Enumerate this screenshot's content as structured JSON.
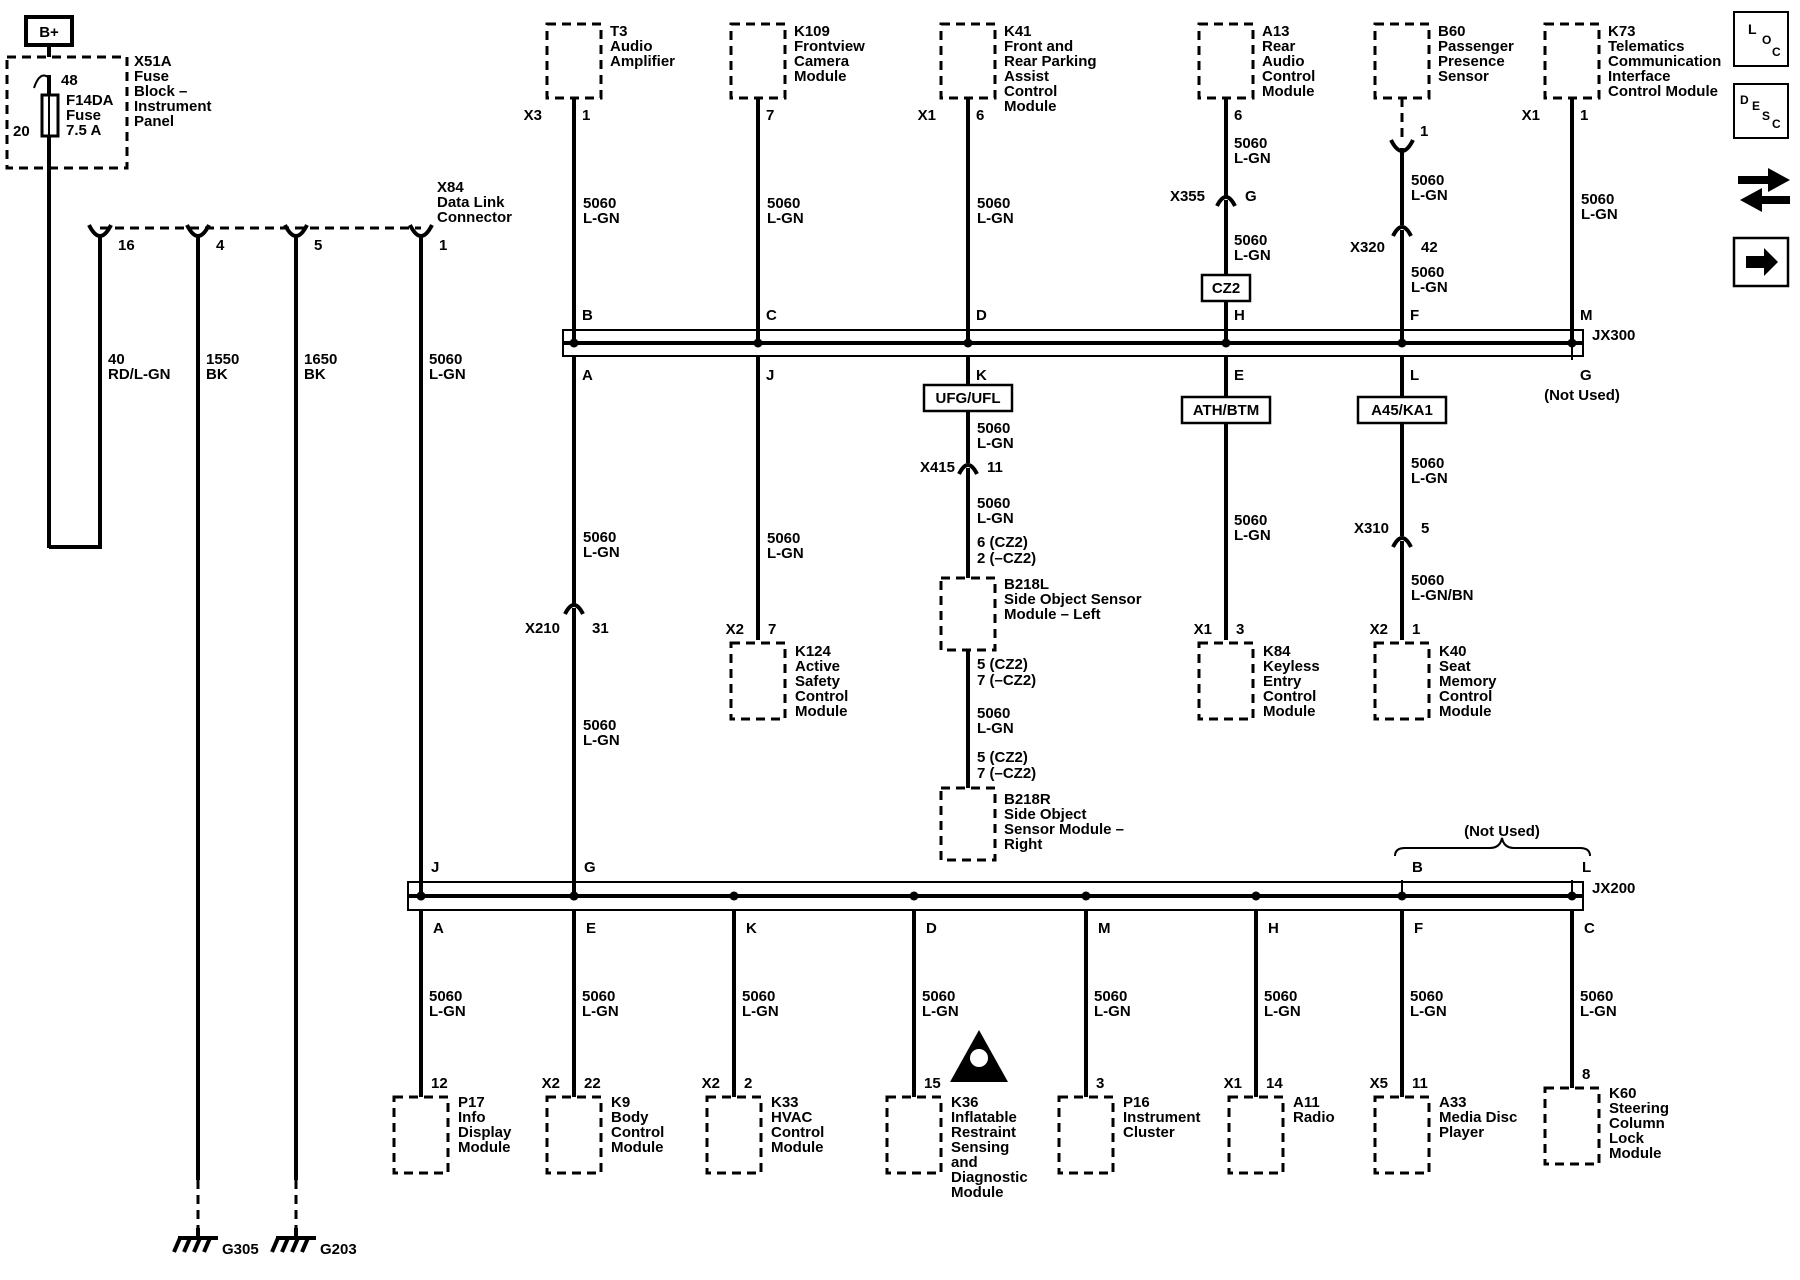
{
  "diagram": {
    "power": {
      "label": "B+"
    },
    "fuse_block": {
      "id": "X51A",
      "name": [
        "Fuse",
        "Block –",
        "Instrument",
        "Panel"
      ],
      "pin_in": "48",
      "pin_out": "20",
      "fuse_id": "F14DA",
      "fuse_word": "Fuse",
      "rating": "7.5 A"
    },
    "dlc": {
      "id": "X84",
      "name": [
        "Data Link",
        "Connector"
      ],
      "pins": [
        "16",
        "4",
        "5",
        "1"
      ]
    },
    "dlc_wires": [
      {
        "circuit": "40",
        "color": "RD/L-GN"
      },
      {
        "circuit": "1550",
        "color": "BK"
      },
      {
        "circuit": "1650",
        "color": "BK"
      },
      {
        "circuit": "5060",
        "color": "L-GN"
      }
    ],
    "grounds": [
      "G305",
      "G203"
    ],
    "top_modules": [
      {
        "id": "T3",
        "name": [
          "Audio",
          "Amplifier"
        ],
        "conn": "X3",
        "pin": "1"
      },
      {
        "id": "K109",
        "name": [
          "Frontview",
          "Camera",
          "Module"
        ],
        "conn": "",
        "pin": "7"
      },
      {
        "id": "K41",
        "name": [
          "Front and",
          "Rear Parking",
          "Assist",
          "Control",
          "Module"
        ],
        "conn": "X1",
        "pin": "6"
      },
      {
        "id": "A13",
        "name": [
          "Rear",
          "Audio",
          "Control",
          "Module"
        ],
        "conn": "",
        "pin": "6"
      },
      {
        "id": "B60",
        "name": [
          "Passenger",
          "Presence",
          "Sensor"
        ],
        "conn": "",
        "pin": ""
      },
      {
        "id": "K73",
        "name": [
          "Telematics",
          "Communication",
          "Interface",
          "Control Module"
        ],
        "conn": "X1",
        "pin": "1"
      }
    ],
    "inline_connectors": [
      {
        "id": "X355",
        "pin": "G"
      },
      {
        "id": "X320",
        "pin": "42"
      },
      {
        "id": "X415",
        "pin": "11"
      },
      {
        "id": "X310",
        "pin": "5"
      },
      {
        "id": "X210",
        "pin": "31"
      }
    ],
    "b60_pin": "1",
    "option_boxes": [
      "CZ2",
      "UFG/UFL",
      "ATH/BTM",
      "A45/KA1"
    ],
    "wire_circuit": "5060",
    "wire_color": "L-GN",
    "wire_color_alt": "L-GN/BN",
    "jx300": {
      "id": "JX300",
      "top_pins": [
        "B",
        "C",
        "D",
        "H",
        "F",
        "M"
      ],
      "bottom_pins": [
        "A",
        "J",
        "K",
        "E",
        "L",
        "G"
      ],
      "not_used": "(Not Used)"
    },
    "jx200": {
      "id": "JX200",
      "top_pins": [
        "J",
        "G",
        "B",
        "L"
      ],
      "bottom_pins": [
        "A",
        "E",
        "K",
        "D",
        "M",
        "H",
        "F",
        "C"
      ],
      "not_used": "(Not Used)"
    },
    "sos_left": {
      "id": "B218L",
      "name": [
        "Side Object Sensor",
        "Module – Left"
      ],
      "pin_in": [
        "6 (CZ2)",
        "2 (–CZ2)"
      ],
      "pin_out": [
        "5 (CZ2)",
        "7 (–CZ2)"
      ]
    },
    "sos_right": {
      "id": "B218R",
      "name": [
        "Side Object",
        "Sensor Module –",
        "Right"
      ],
      "pin_in": [
        "5 (CZ2)",
        "7 (–CZ2)"
      ]
    },
    "mid_modules": [
      {
        "id": "K124",
        "name": [
          "Active",
          "Safety",
          "Control",
          "Module"
        ],
        "conn": "X2",
        "pin": "7"
      },
      {
        "id": "K84",
        "name": [
          "Keyless",
          "Entry",
          "Control",
          "Module"
        ],
        "conn": "X1",
        "pin": "3"
      },
      {
        "id": "K40",
        "name": [
          "Seat",
          "Memory",
          "Control",
          "Module"
        ],
        "conn": "X2",
        "pin": "1"
      }
    ],
    "bottom_modules": [
      {
        "id": "P17",
        "name": [
          "Info",
          "Display",
          "Module"
        ],
        "conn": "",
        "pin": "12"
      },
      {
        "id": "K9",
        "name": [
          "Body",
          "Control",
          "Module"
        ],
        "conn": "X2",
        "pin": "22"
      },
      {
        "id": "K33",
        "name": [
          "HVAC",
          "Control",
          "Module"
        ],
        "conn": "X2",
        "pin": "2"
      },
      {
        "id": "K36",
        "name": [
          "Inflatable",
          "Restraint",
          "Sensing",
          "and",
          "Diagnostic",
          "Module"
        ],
        "conn": "",
        "pin": "15"
      },
      {
        "id": "P16",
        "name": [
          "Instrument",
          "Cluster"
        ],
        "conn": "",
        "pin": "3"
      },
      {
        "id": "A11",
        "name": [
          "Radio"
        ],
        "conn": "X1",
        "pin": "14"
      },
      {
        "id": "A33",
        "name": [
          "Media Disc",
          "Player"
        ],
        "conn": "X5",
        "pin": "11"
      },
      {
        "id": "K60",
        "name": [
          "Steering",
          "Column",
          "Lock",
          "Module"
        ],
        "conn": "",
        "pin": "8"
      }
    ],
    "side_icons": [
      "LOC",
      "DESC"
    ],
    "icon_names": [
      "location-icon",
      "description-icon",
      "connector-icon",
      "next-arrow-icon"
    ]
  }
}
